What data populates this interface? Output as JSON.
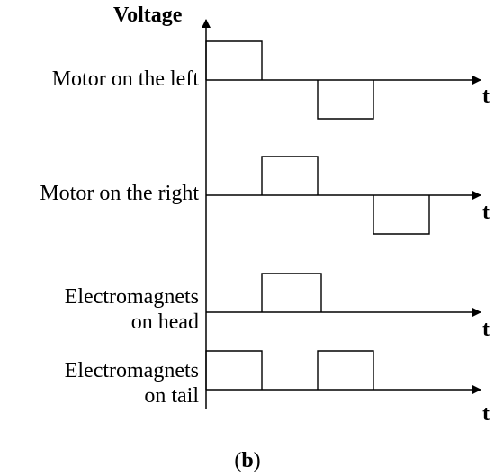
{
  "y_axis_label": "Voltage",
  "time_label": "t",
  "caption": {
    "open": "(",
    "letter": "b",
    "close": ")"
  },
  "signals": [
    {
      "label_lines": [
        "Motor on the left"
      ],
      "pulses": [
        {
          "start": 0,
          "end": 1,
          "level": 1
        },
        {
          "start": 2,
          "end": 3,
          "level": -1
        }
      ]
    },
    {
      "label_lines": [
        "Motor on the right"
      ],
      "pulses": [
        {
          "start": 1,
          "end": 2,
          "level": 1
        },
        {
          "start": 3,
          "end": 4,
          "level": -1
        }
      ]
    },
    {
      "label_lines": [
        "Electromagnets",
        "on head"
      ],
      "pulses": [
        {
          "start": 1,
          "end": 2,
          "level": 1
        }
      ]
    },
    {
      "label_lines": [
        "Electromagnets",
        "on tail"
      ],
      "pulses": [
        {
          "start": 0,
          "end": 1,
          "level": 1
        },
        {
          "start": 2,
          "end": 3,
          "level": 1
        }
      ]
    }
  ]
}
